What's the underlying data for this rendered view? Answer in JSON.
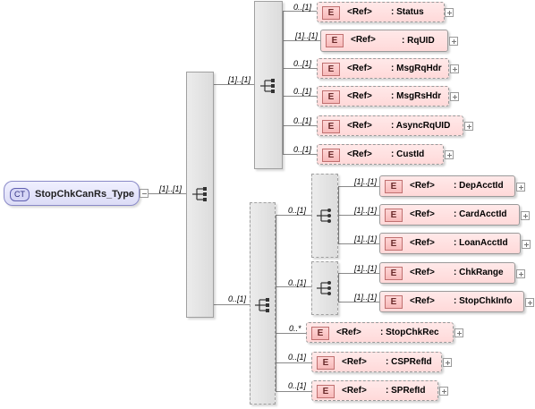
{
  "root": {
    "badge": "CT",
    "name": "StopChkCanRs_Type",
    "cardinality": "[1]..[1]"
  },
  "group_upper": {
    "cardinality": "[1]..[1]"
  },
  "group_lower": {
    "cardinality": "0..[1]"
  },
  "ref_label": "<Ref>",
  "element_badge": "E",
  "upper_elements": [
    {
      "card": "0..[1]",
      "name": ": Status",
      "optional": true
    },
    {
      "card": "[1]..[1]",
      "name": ": RqUID",
      "optional": false
    },
    {
      "card": "0..[1]",
      "name": ": MsgRqHdr",
      "optional": true
    },
    {
      "card": "0..[1]",
      "name": ": MsgRsHdr",
      "optional": true
    },
    {
      "card": "0..[1]",
      "name": ": AsyncRqUID",
      "optional": true
    },
    {
      "card": "0..[1]",
      "name": ": CustId",
      "optional": true
    }
  ],
  "choice_a": {
    "cardinality": "0..[1]",
    "items": [
      {
        "card": "[1]..[1]",
        "name": ": DepAcctId"
      },
      {
        "card": "[1]..[1]",
        "name": ": CardAcctId"
      },
      {
        "card": "[1]..[1]",
        "name": ": LoanAcctId"
      }
    ]
  },
  "choice_b": {
    "cardinality": "0..[1]",
    "items": [
      {
        "card": "[1]..[1]",
        "name": ": ChkRange"
      },
      {
        "card": "[1]..[1]",
        "name": ": StopChkInfo"
      }
    ]
  },
  "lower_elements": [
    {
      "card": "0..*",
      "name": ": StopChkRec"
    },
    {
      "card": "0..[1]",
      "name": ": CSPRefId"
    },
    {
      "card": "0..[1]",
      "name": ": SPRefId"
    }
  ]
}
